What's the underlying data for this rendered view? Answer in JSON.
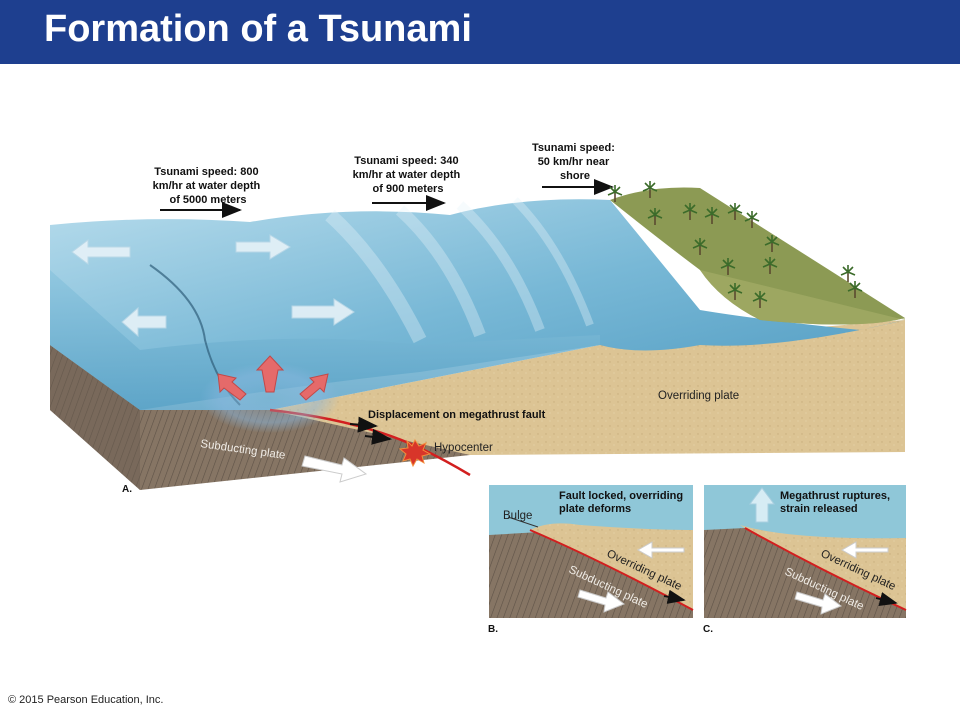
{
  "slide": {
    "title": "Formation of a Tsunami",
    "copyright": "© 2015 Pearson Education, Inc.",
    "accent_color": "#1e3f8f"
  },
  "panel_a": {
    "letter": "A.",
    "speed_deep": [
      "Tsunami speed: 800",
      "km/hr at water depth",
      "of 5000 meters"
    ],
    "speed_mid": [
      "Tsunami speed: 340",
      "km/hr at water depth",
      "of 900 meters"
    ],
    "speed_shore": [
      "Tsunami speed:",
      "50 km/hr near",
      "shore"
    ],
    "fault_label": "Displacement on megathrust fault",
    "hypocenter_label": "Hypocenter",
    "overriding_label": "Overriding plate",
    "subducting_label": "Subducting plate"
  },
  "panel_b": {
    "letter": "B.",
    "caption": [
      "Fault locked, overriding",
      "plate deforms"
    ],
    "bulge_label": "Bulge",
    "overriding_label": "Overriding plate",
    "subducting_label": "Subducting plate"
  },
  "panel_c": {
    "letter": "C.",
    "caption": [
      "Megathrust ruptures,",
      "strain released"
    ],
    "overriding_label": "Overriding plate",
    "subducting_label": "Subducting plate"
  },
  "icons": [
    "arrow-right-icon",
    "palm-tree-icon",
    "explosion-icon",
    "arrow-up-icon"
  ]
}
